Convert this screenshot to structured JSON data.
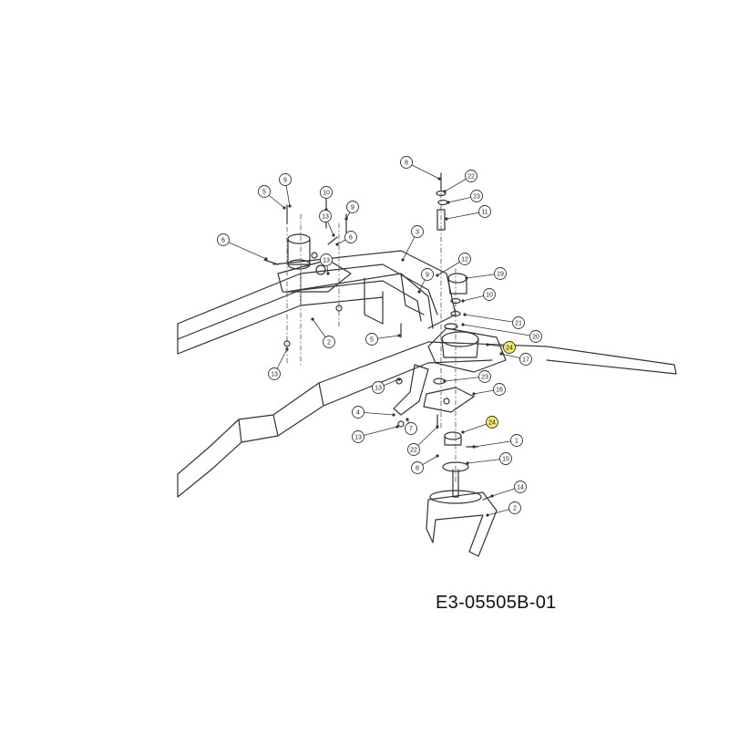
{
  "drawing_id": "E3-05505B-01",
  "highlight_color": "#f5ea6a",
  "callouts": [
    {
      "label": "9"
    },
    {
      "label": "5"
    },
    {
      "label": "10"
    },
    {
      "label": "6"
    },
    {
      "label": "13"
    },
    {
      "label": "9"
    },
    {
      "label": "6"
    },
    {
      "label": "3"
    },
    {
      "label": "12"
    },
    {
      "label": "9"
    },
    {
      "label": "13"
    },
    {
      "label": "2"
    },
    {
      "label": "5"
    },
    {
      "label": "13"
    },
    {
      "label": "8"
    },
    {
      "label": "22"
    },
    {
      "label": "23"
    },
    {
      "label": "11"
    },
    {
      "label": "19"
    },
    {
      "label": "10"
    },
    {
      "label": "21"
    },
    {
      "label": "20"
    },
    {
      "label": "24",
      "highlight": true
    },
    {
      "label": "17"
    },
    {
      "label": "23"
    },
    {
      "label": "16"
    },
    {
      "label": "13"
    },
    {
      "label": "4"
    },
    {
      "label": "7"
    },
    {
      "label": "13"
    },
    {
      "label": "22"
    },
    {
      "label": "24",
      "highlight": true
    },
    {
      "label": "1"
    },
    {
      "label": "15"
    },
    {
      "label": "8"
    },
    {
      "label": "14"
    },
    {
      "label": "2"
    }
  ]
}
